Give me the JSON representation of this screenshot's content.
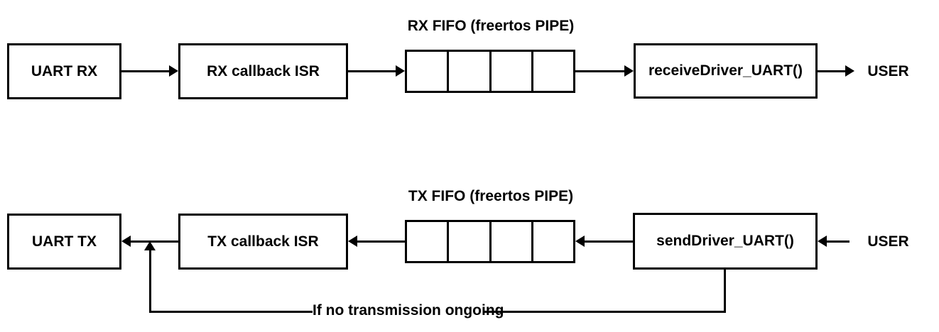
{
  "rx_flow": {
    "uart_box": "UART RX",
    "callback_box": "RX callback ISR",
    "fifo_title": "RX FIFO (freertos PIPE)",
    "fifo_cell_count": 4,
    "driver_box": "receiveDriver_UART()",
    "user_label": "USER",
    "direction": "left-to-right"
  },
  "tx_flow": {
    "uart_box": "UART TX",
    "callback_box": "TX callback ISR",
    "fifo_title": "TX FIFO (freertos PIPE)",
    "fifo_cell_count": 4,
    "driver_box": "sendDriver_UART()",
    "user_label": "USER",
    "direction": "right-to-left",
    "feedback_label": "If no transmission ongoing"
  },
  "colors": {
    "stroke": "#000000",
    "background": "#ffffff"
  }
}
